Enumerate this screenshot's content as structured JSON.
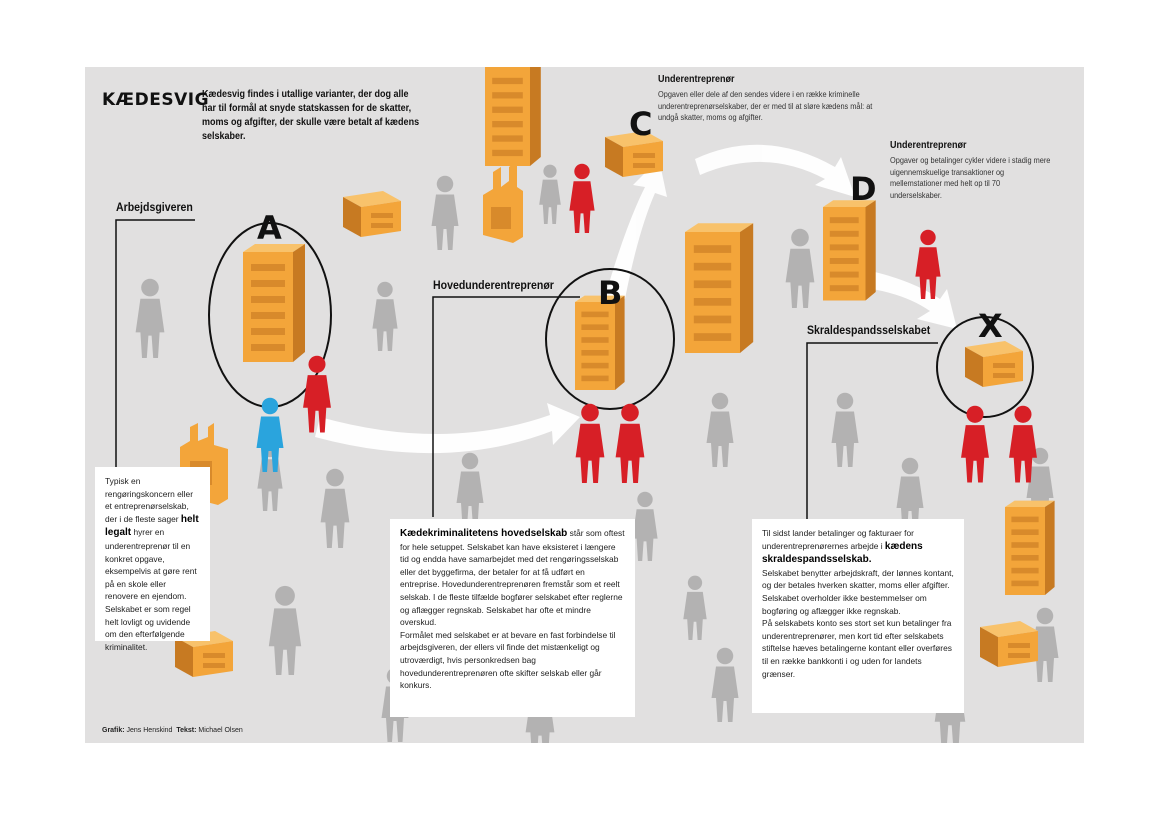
{
  "title": "KÆDESVIG",
  "intro": "Kædesvig findes i utallige varianter, der dog alle har til formål at snyde statskassen for de skatter, moms og afgifter, der skulle være betalt af kædens selskaber.",
  "colors": {
    "background": "#e1e0e0",
    "building": "#f3a53a",
    "criminal": "#d71f26",
    "employer_figure": "#2aa4dd",
    "bystander": "#b0afaf",
    "arrow": "#ffffff"
  },
  "nodes": {
    "a": {
      "letter": "A",
      "label": "Arbejdsgiveren"
    },
    "b": {
      "letter": "B",
      "label": "Hovedunderentreprenør"
    },
    "c": {
      "letter": "C",
      "title": "Underentreprenør",
      "text": "Opgaven eller dele af den sendes videre i en række kriminelle underentreprenørselskaber, der er med til at sløre kædens mål: at undgå skatter, moms og afgifter."
    },
    "d": {
      "letter": "D",
      "title": "Underentreprenør",
      "text": "Opgaver og betalinger cykler videre i stadig mere uigennemskuelige transaktioner og mellemstationer med helt op til 70 underselskaber."
    },
    "x": {
      "letter": "X",
      "label": "Skraldespandsselskabet"
    }
  },
  "boxes": {
    "employer": {
      "p1": "Typisk en rengøringskoncern eller et entreprenørselskab, der i de fleste sager",
      "strong": "helt legalt",
      "p2": "hyrer en underentreprenør til en konkret opgave, eksempelvis at gøre rent på en skole eller renovere en ejendom. Selskabet er som regel helt lovligt og uvidende om den efterfølgende kriminalitet."
    },
    "main": {
      "strong": "Kædekriminalitetens hovedselskab",
      "p1": "står som oftest for hele setuppet. Selskabet kan have eksisteret i længere tid og endda have samarbejdet med det rengøringsselskab eller det byggefirma, der betaler for at få udført en entreprise. Hovedunderentreprenøren fremstår som et reelt selskab. I de fleste tilfælde bogfører selskabet efter reglerne og aflægger regnskab. Selskabet har ofte et mindre overskud.",
      "p2": "Formålet med selskabet er at bevare en fast forbindelse til arbejdsgiveren, der ellers vil finde det mistænkeligt og utroværdigt, hvis personkredsen bag hovedunderentreprenøren ofte skifter selskab eller går konkurs."
    },
    "trash": {
      "p1": "Til sidst lander betalinger og fakturaer for underentreprenørernes arbejde i",
      "strong": "kædens skraldespandsselskab.",
      "p2": "Selskabet benytter arbejdskraft, der lønnes kontant, og der betales hverken skatter, moms eller afgifter. Selskabet overholder ikke bestemmelser om bogføring og aflægger ikke regnskab.",
      "p3": "På selskabets konto ses stort set kun betalinger fra underentreprenører, men kort tid efter selskabets stiftelse hæves betalingerne kontant eller overføres til en række bankkonti i og uden for landets grænser."
    }
  },
  "credits": {
    "grafik_label": "Grafik:",
    "grafik_name": "Jens Henskind",
    "tekst_label": "Tekst:",
    "tekst_name": "Michael Olsen"
  }
}
